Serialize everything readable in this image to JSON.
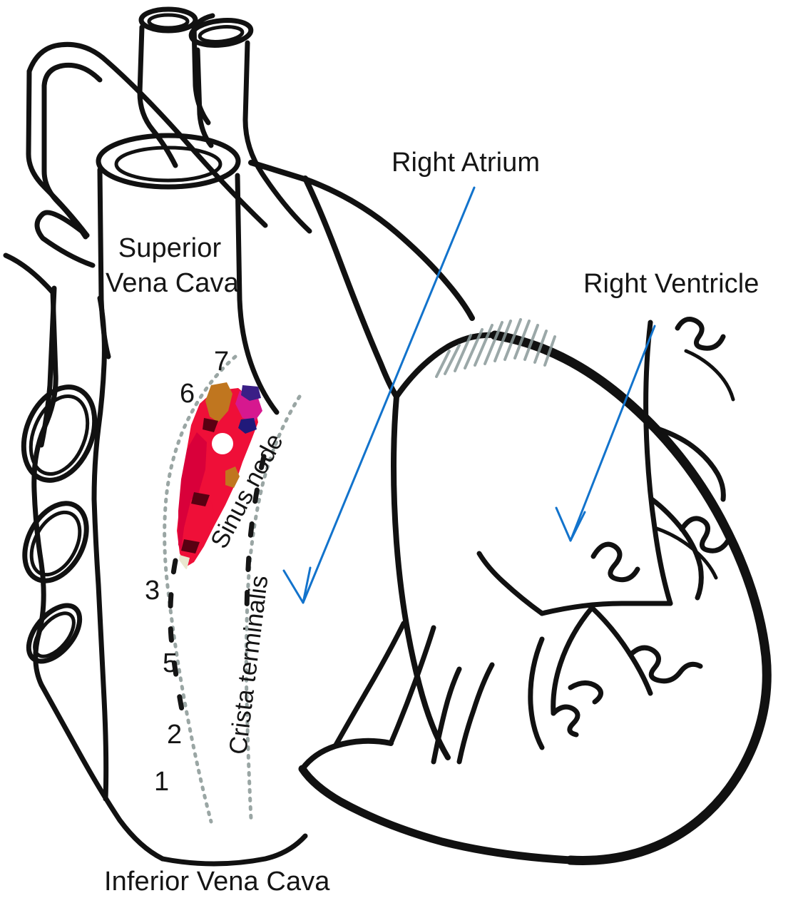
{
  "figure": {
    "subject": "Anatomical line drawing of the heart — right atrium, sinus node and crista terminalis",
    "background_color": "#ffffff",
    "outline_color": "#111111",
    "arrow_color": "#1273cc",
    "dotted_line_color": "#9aa6a4",
    "sinus_node_colors": {
      "primary_red": "#ef0f38",
      "crimson": "#d9003a",
      "magenta": "#d6188f",
      "orange": "#c0761f",
      "purple": "#3a1f86",
      "navy": "#20197a"
    },
    "shading_color": "#8a9a9a"
  },
  "labels": {
    "superior_vena_cava_line1": "Superior",
    "superior_vena_cava_line2": "Vena Cava",
    "inferior_vena_cava": "Inferior Vena Cava",
    "right_atrium": "Right Atrium",
    "right_ventricle": "Right Ventricle",
    "sinus_node": "Sinus node",
    "crista_terminalis": "Crista terminalis"
  },
  "numbers": {
    "n1": "1",
    "n2": "2",
    "n3": "3",
    "n5": "5",
    "n6": "6",
    "n7": "7"
  },
  "annotations": {
    "arrow_right_atrium": "arrow pointing from Right Atrium label down-left into the atrial body",
    "arrow_right_ventricle": "arrow pointing from Right Ventricle label down-left into the ventricular body"
  }
}
